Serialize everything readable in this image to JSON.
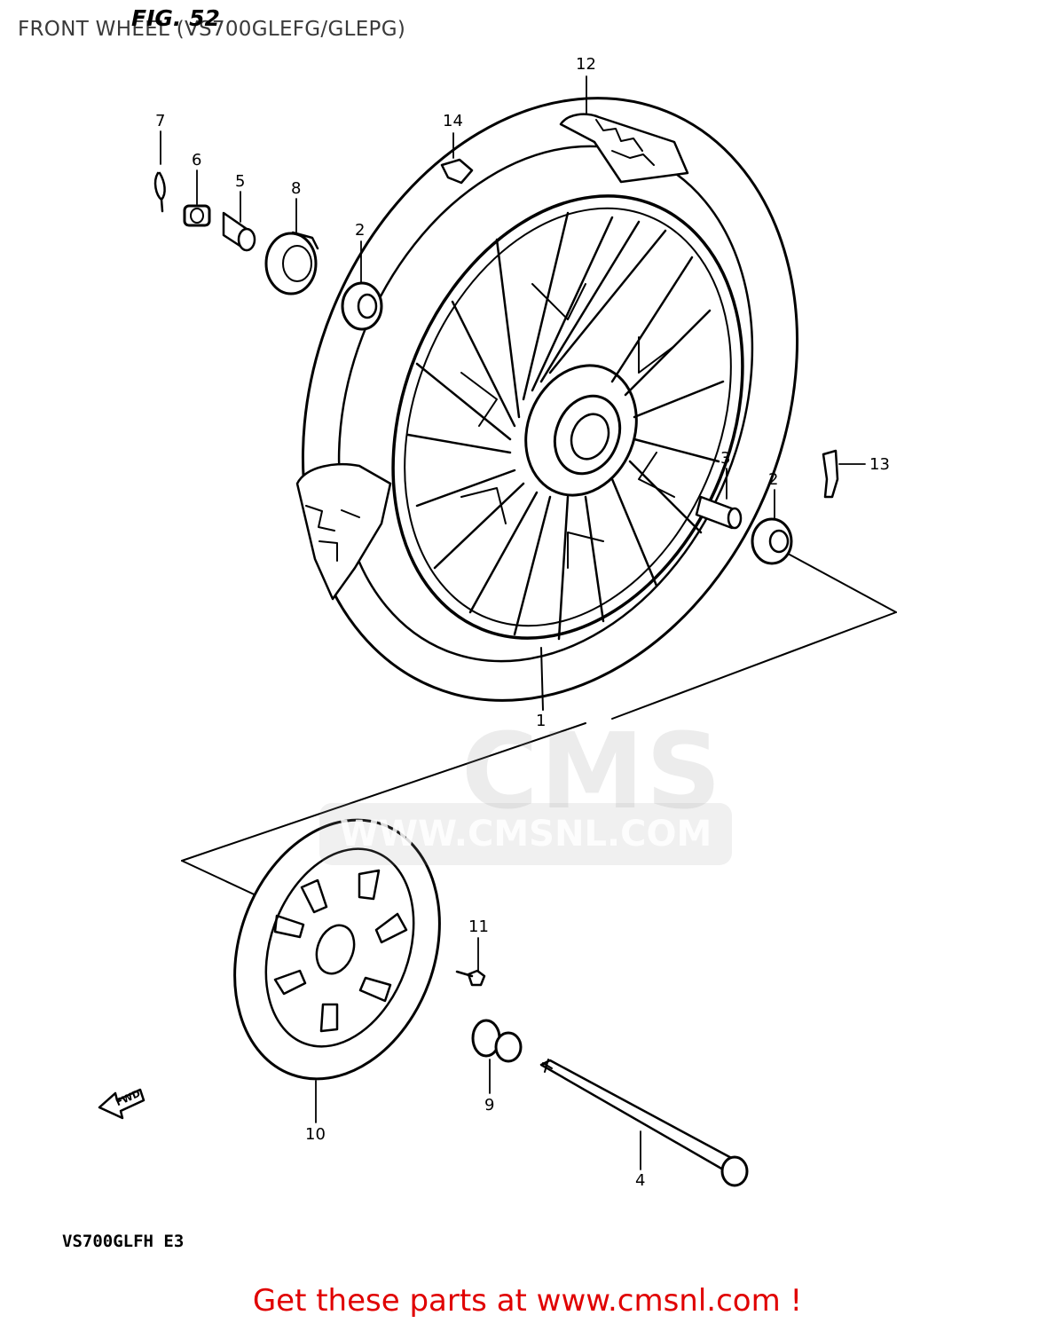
{
  "header": {
    "title": "FRONT WHEEL (VS700GLEFG/GLEPG)",
    "figure": "FIG. 52"
  },
  "callouts": [
    {
      "id": "c1",
      "text": "1"
    },
    {
      "id": "c2a",
      "text": "2"
    },
    {
      "id": "c2b",
      "text": "2"
    },
    {
      "id": "c3",
      "text": "3"
    },
    {
      "id": "c4",
      "text": "4"
    },
    {
      "id": "c5",
      "text": "5"
    },
    {
      "id": "c6",
      "text": "6"
    },
    {
      "id": "c7",
      "text": "7"
    },
    {
      "id": "c8",
      "text": "8"
    },
    {
      "id": "c9",
      "text": "9"
    },
    {
      "id": "c10",
      "text": "10"
    },
    {
      "id": "c11",
      "text": "11"
    },
    {
      "id": "c12",
      "text": "12"
    },
    {
      "id": "c13",
      "text": "13"
    },
    {
      "id": "c14",
      "text": "14"
    }
  ],
  "direction_arrow": "FWD",
  "model_code": "VS700GLFH  E3",
  "watermark": {
    "logo": "CMS",
    "url": "WWW.CMSNL.COM"
  },
  "footer": {
    "link_text": "Get these parts at www.cmsnl.com !",
    "link_color": "#e00000"
  }
}
